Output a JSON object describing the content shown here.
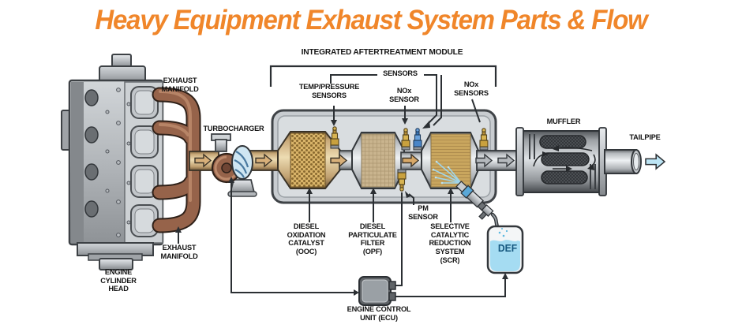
{
  "title": {
    "text": "Heavy Equipment Exhaust System Parts & Flow",
    "color": "#F0862A"
  },
  "labels": {
    "exhaust_manifold_top": "EXHAUST\nMANIFOLD",
    "turbocharger": "TURBOCHARGER",
    "integrated_aftertreatment_module": "INTEGRATED AFTERTREATMENT MODULE",
    "sensors": "SENSORS",
    "temp_pressure_sensors": "TEMP/PRESSURE\nSENSORS",
    "nox_sensor": "NOx\nSENSOR",
    "nox_sensors": "NOx\nSENSORS",
    "exhaust_manifold_bottom": "EXHAUST\nMANIFOLD",
    "engine_cylinder_head": "ENGINE\nCYLINDER\nHEAD",
    "diesel_oxidation_catalyst": "DIESEL\nOXIDATION\nCATALYST\n(OOC)",
    "diesel_particulate_filter": "DIESEL\nPARTICULATE\nFILTER\n(OPF)",
    "pm_sensor": "PM\nSENSOR",
    "selective_catalytic_reduction": "SELECTIVE\nCATALYTIC\nREDUCTION\nSYSTEM\n(SCR)",
    "muffler": "MUFFLER",
    "tailpipe": "TAILPIPE",
    "def_tank": "DEF",
    "engine_control_unit": "ENGINE CONTROL\nUNIT (ECU)"
  },
  "colors": {
    "title_orange": "#F0862A",
    "label_text": "#141414",
    "manifold_bronze": "#96634A",
    "pipe_tan": "#D8B07A",
    "pipe_gray": "#B5B9BD",
    "doc_honeycomb_gold": "#D9B469",
    "dpf_media_tan": "#C9B48E",
    "scr_media_gold": "#C9A65E",
    "def_fluid_blue": "#A5DCF2",
    "def_text_blue": "#15577F",
    "exhaust_exit_blue": "#BCE4F4",
    "sensor_gold": "#C9A13E",
    "sensor_blue": "#4A86C8",
    "line_dark": "#2B2F33"
  },
  "flow_sequence": [
    "Engine Cylinder Head",
    "Exhaust Manifold",
    "Turbocharger",
    "Diesel Oxidation Catalyst (OOC)",
    "Diesel Particulate Filter (OPF)",
    "Selective Catalytic Reduction System (SCR)",
    "Muffler",
    "Tailpipe"
  ]
}
